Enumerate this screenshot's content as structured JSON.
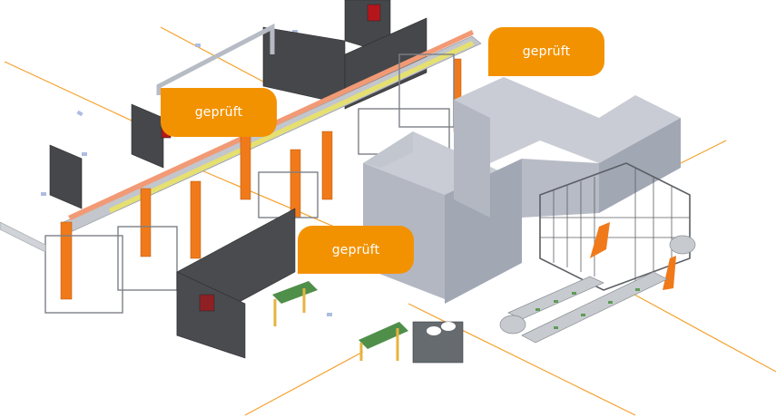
{
  "scene": {
    "title": "3D factory layout",
    "colors": {
      "accent": "#f39200",
      "floor_line": "#f5a12c",
      "box_top": "#c9ccd4",
      "box_left": "#b3b7c2",
      "box_right": "#a2a7b4",
      "fence": "#3d3d40",
      "machine_orange": "#f07a1a",
      "frame": "#8a8d93",
      "conveyor": "#b9bcc1",
      "tray_green": "#4f8f4a"
    }
  },
  "labels": [
    {
      "text": "geprüft",
      "status": "checked"
    },
    {
      "text": "geprüft",
      "status": "checked"
    },
    {
      "text": "geprüft",
      "status": "checked"
    }
  ]
}
